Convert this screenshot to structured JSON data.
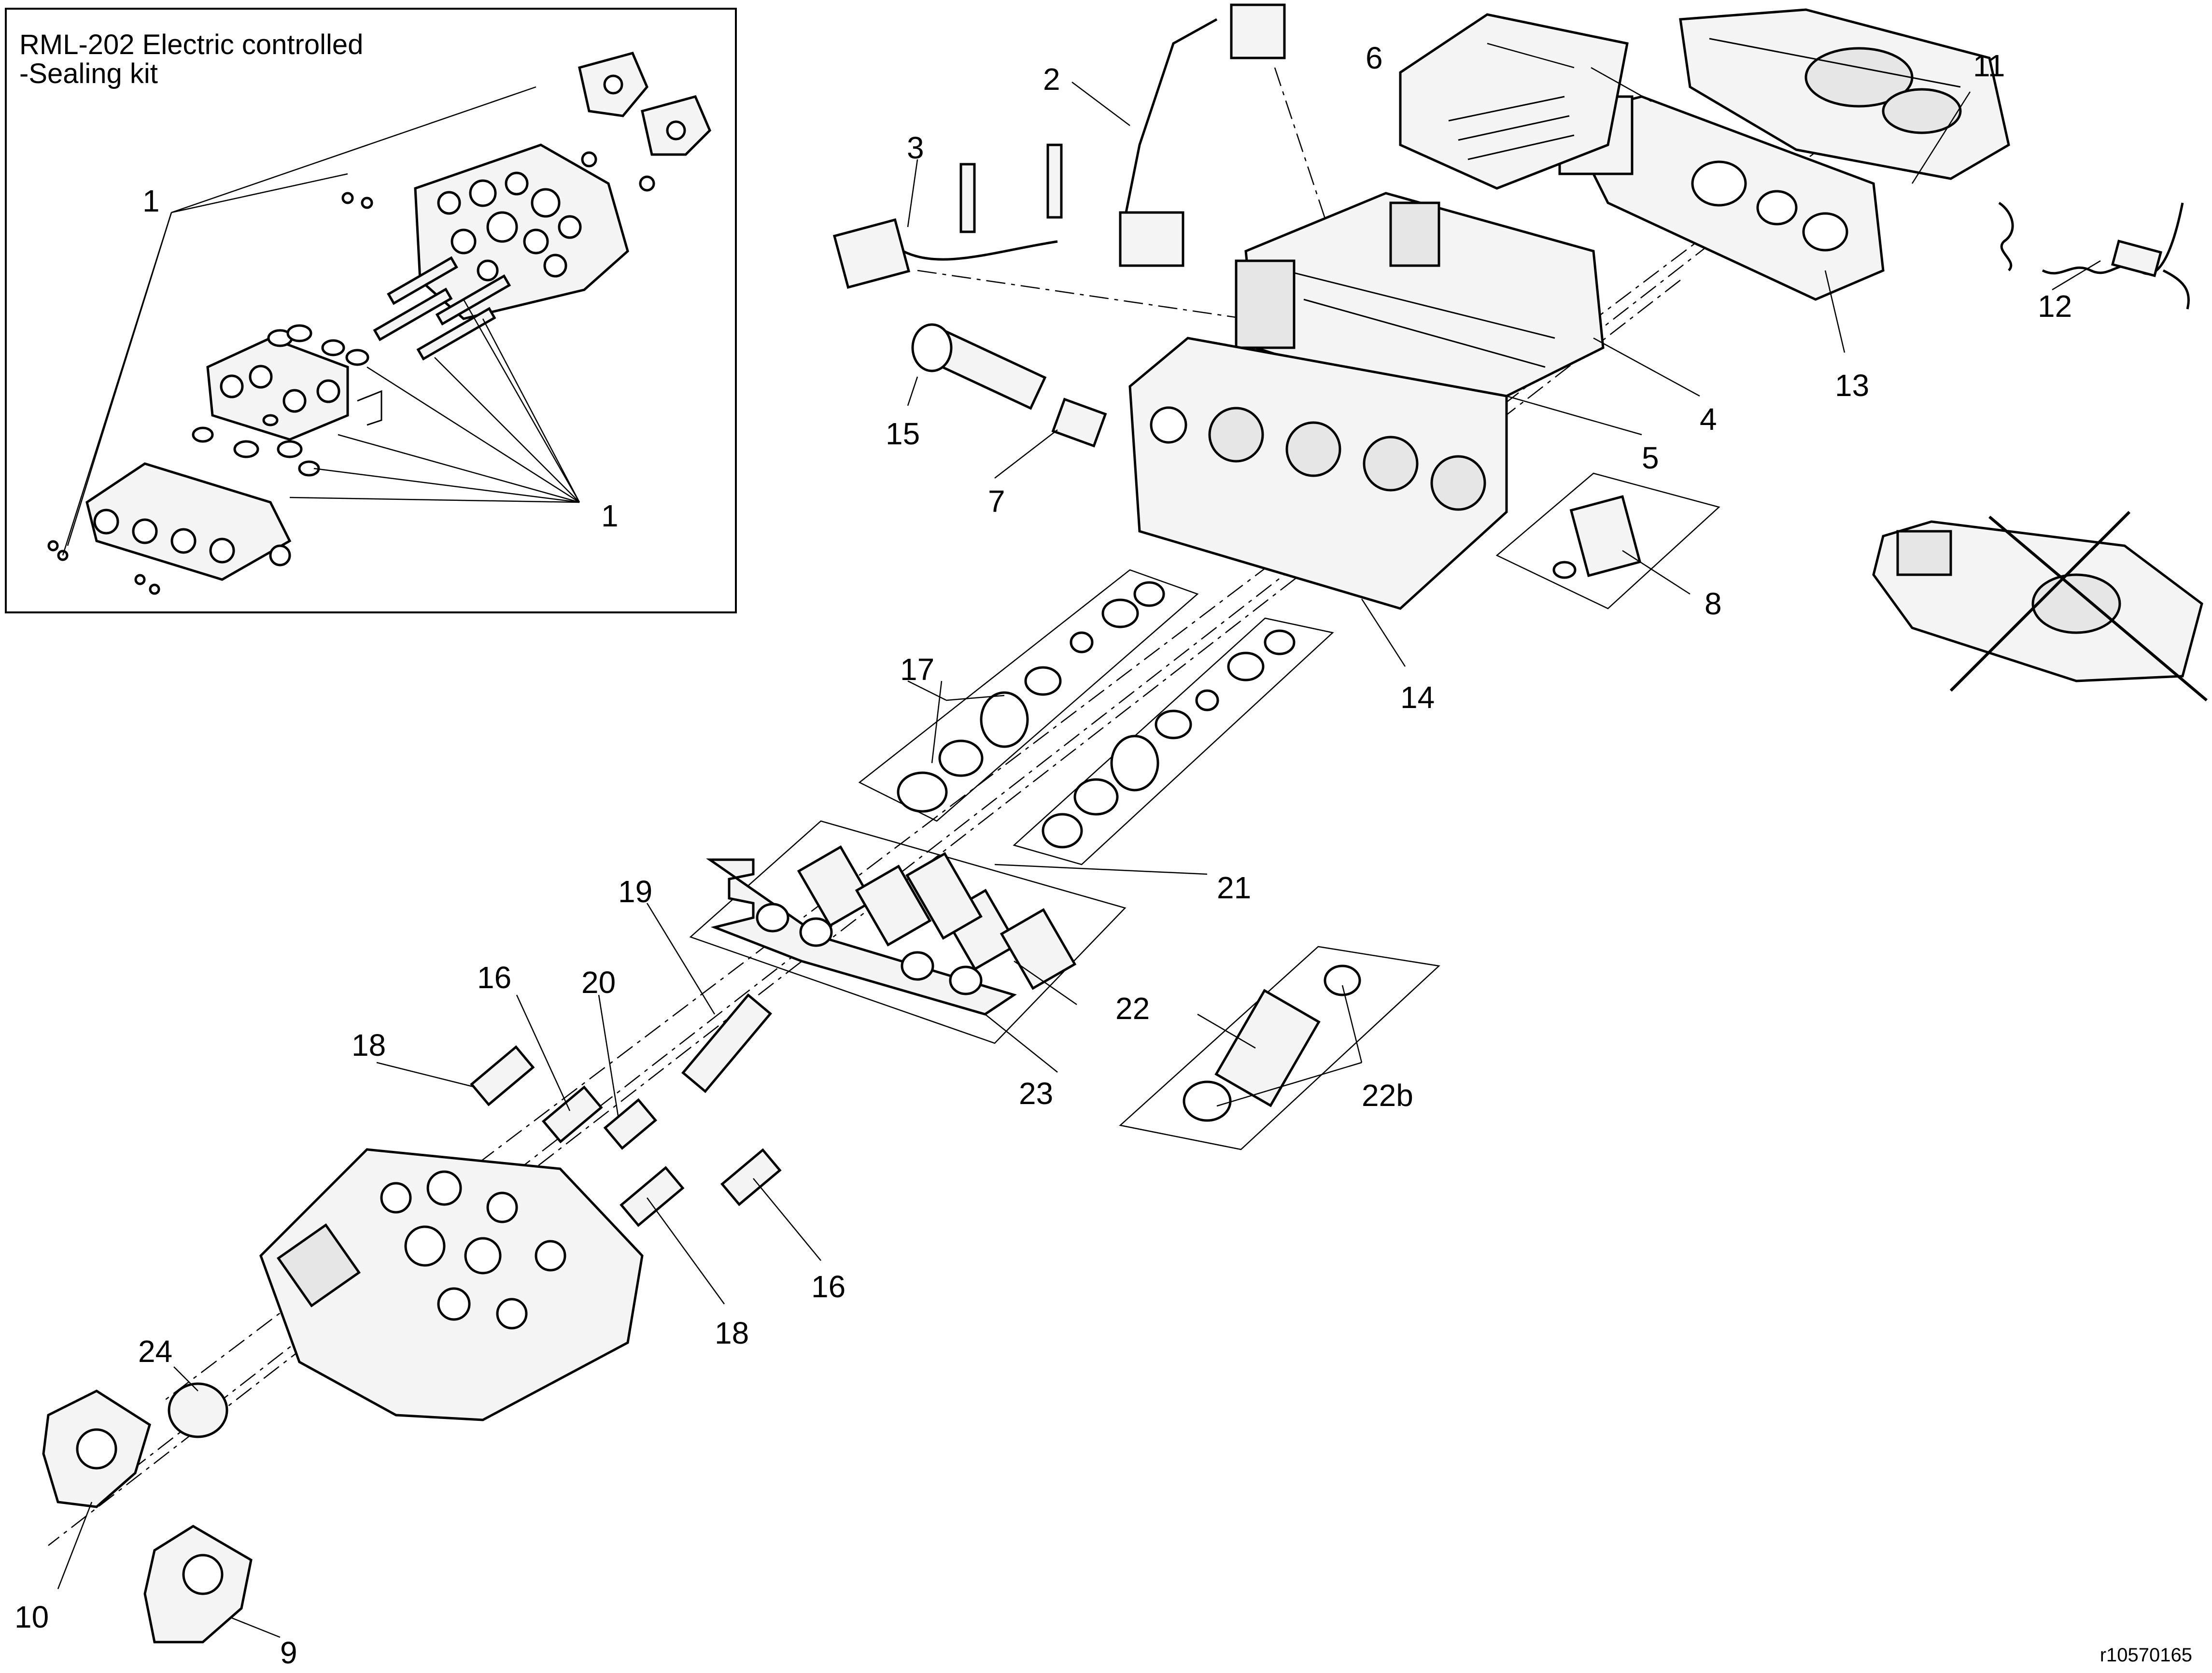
{
  "inset": {
    "title_line1": "RML-202 Electric controlled",
    "title_line2": "-Sealing kit"
  },
  "callouts": {
    "c1a": "1",
    "c1b": "1",
    "c2": "2",
    "c3": "3",
    "c4": "4",
    "c5": "5",
    "c6": "6",
    "c7": "7",
    "c8": "8",
    "c9": "9",
    "c10": "10",
    "c11": "11",
    "c12": "12",
    "c13": "13",
    "c14": "14",
    "c15": "15",
    "c16a": "16",
    "c16b": "16",
    "c17": "17",
    "c18a": "18",
    "c18b": "18",
    "c19": "19",
    "c20": "20",
    "c21": "21",
    "c22": "22",
    "c22b": "22b",
    "c23": "23",
    "c24": "24"
  },
  "figure_code": "r10570165",
  "icons": {
    "superseded_mark": "cross-out-icon"
  }
}
